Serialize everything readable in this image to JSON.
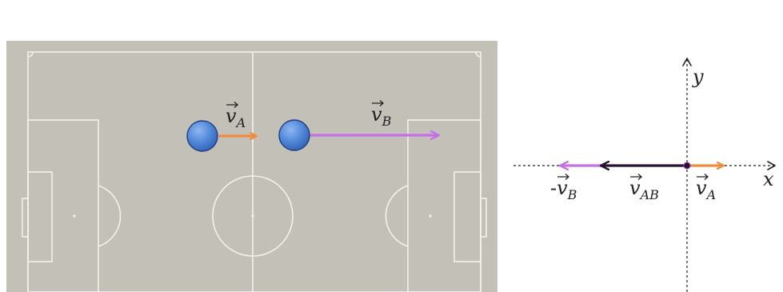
{
  "field": {
    "background_color": "#c3c0b7",
    "line_color": "#f2f1ec"
  },
  "balls": {
    "color": "#4f86d8",
    "outline": "#1f3f7a"
  },
  "field_vectors": {
    "vA": {
      "symbol": "v",
      "subscript": "A",
      "color": "#f08a3c"
    },
    "vB": {
      "symbol": "v",
      "subscript": "B",
      "color": "#c46ee8"
    }
  },
  "axes": {
    "x_label": "x",
    "y_label": "y"
  },
  "axis_vectors": {
    "neg_vB": {
      "prefix": "-",
      "symbol": "v",
      "subscript": "B",
      "color": "#c46ee8"
    },
    "vAB": {
      "symbol": "v",
      "subscript": "AB",
      "color": "#2a1030"
    },
    "vA": {
      "symbol": "v",
      "subscript": "A",
      "color": "#f08a3c"
    }
  }
}
